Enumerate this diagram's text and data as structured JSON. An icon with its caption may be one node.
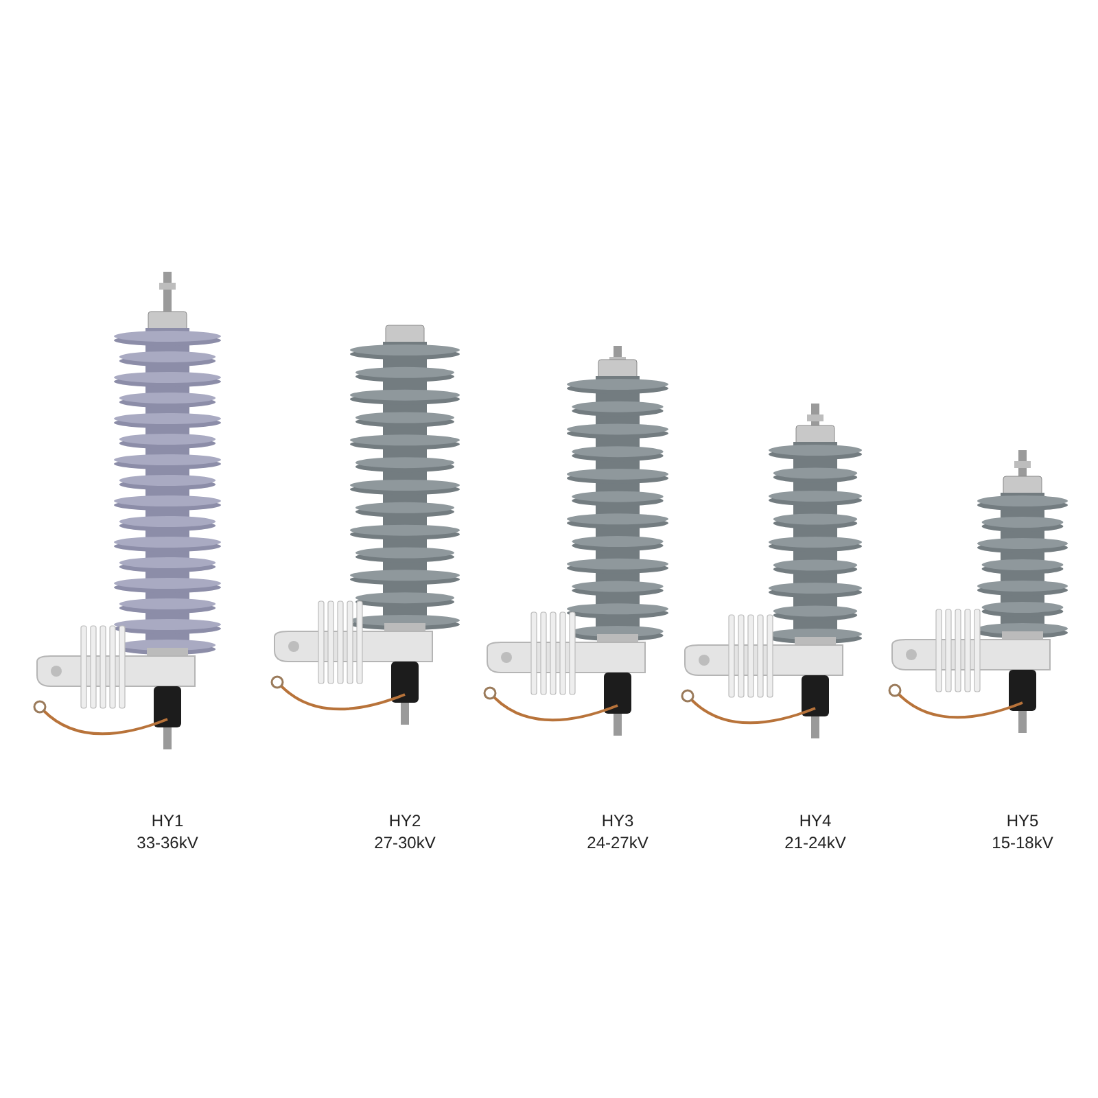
{
  "diagram": {
    "labels": [
      "HY1",
      "33-36kV",
      "HY2",
      "27-30kV",
      "HY3",
      "24-27kV",
      "HY4",
      "21-24kV",
      "HY5",
      "15-18kV"
    ]
  }
}
